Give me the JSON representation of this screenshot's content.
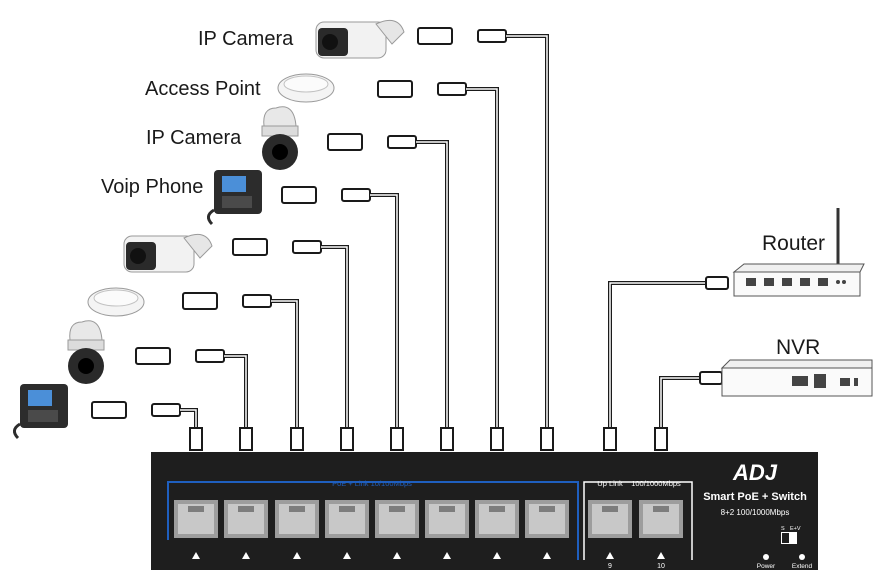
{
  "colors": {
    "switch_body": "#1e1e1e",
    "poe_frame": "#1f5fbf",
    "uplink_frame": "#ffffff",
    "port_face": "#c8c8c8",
    "cable": "#1a1a1a"
  },
  "devices": {
    "left": [
      {
        "label": "IP Camera",
        "icon": "bullet-camera-icon"
      },
      {
        "label": "Access Point",
        "icon": "access-point-icon"
      },
      {
        "label": "IP Camera",
        "icon": "dome-camera-icon"
      },
      {
        "label": "Voip Phone",
        "icon": "voip-phone-icon"
      },
      {
        "label": "",
        "icon": "bullet-camera-icon"
      },
      {
        "label": "",
        "icon": "access-point-icon"
      },
      {
        "label": "",
        "icon": "dome-camera-icon"
      },
      {
        "label": "",
        "icon": "voip-phone-icon"
      }
    ],
    "router": {
      "label": "Router",
      "icon": "router-icon"
    },
    "nvr": {
      "label": "NVR",
      "icon": "nvr-icon"
    }
  },
  "switch": {
    "brand": "ADJ",
    "model": "Smart PoE + Switch",
    "spec": "8+2 100/1000Mbps",
    "poe_group_label": "PoE + Link  10/100Mbps",
    "uplink_group_label_left": "Up Link",
    "uplink_group_label_right": "100/1000Mbps",
    "uplink_port_numbers": [
      "9",
      "10"
    ],
    "dip_label_s": "S",
    "dip_label_ev": "E+V",
    "led_power": "Power",
    "led_extend": "Extend"
  }
}
